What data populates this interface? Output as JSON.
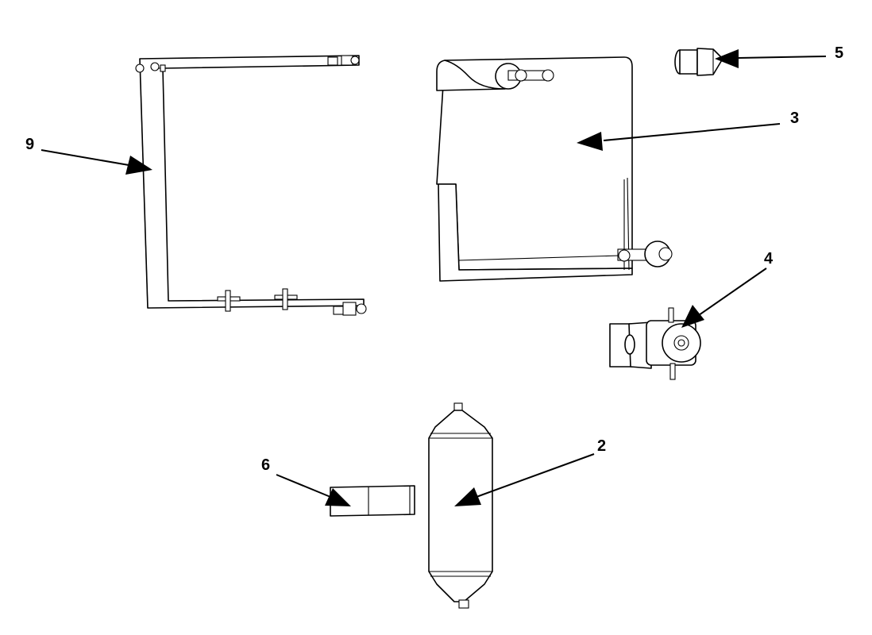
{
  "callouts": {
    "c9": "9",
    "c3": "3",
    "c5": "5",
    "c4": "4",
    "c2": "2",
    "c6": "6"
  },
  "colors": {
    "line": "#000000",
    "background": "#ffffff"
  }
}
